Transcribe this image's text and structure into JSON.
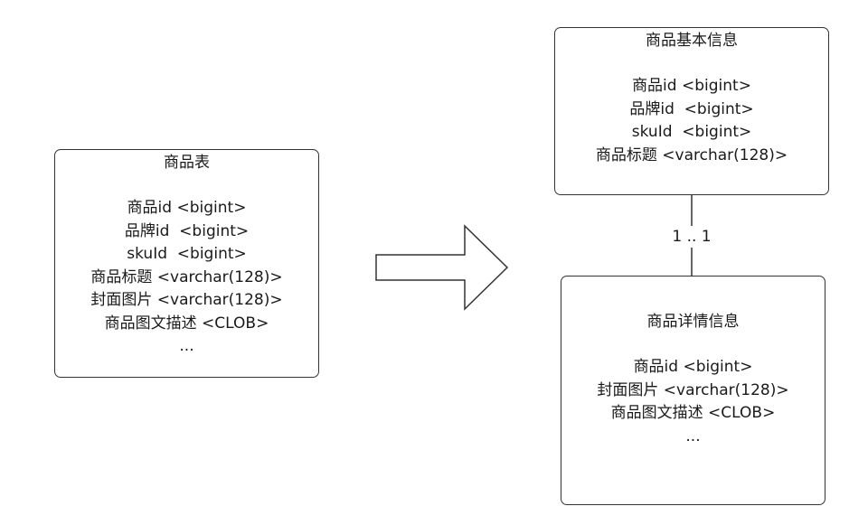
{
  "source_table": {
    "title": "商品表",
    "fields": [
      "商品id <bigint>",
      "品牌id  <bigint>",
      "skuId  <bigint>",
      "商品标题 <varchar(128)>",
      "封面图片 <varchar(128)>",
      "商品图文描述 <CLOB>",
      "..."
    ]
  },
  "basic_info_table": {
    "title": "商品基本信息",
    "fields": [
      "商品id <bigint>",
      "品牌id  <bigint>",
      "skuId  <bigint>",
      "商品标题 <varchar(128)>"
    ]
  },
  "detail_info_table": {
    "title": "商品详情信息",
    "fields": [
      "商品id <bigint>",
      "封面图片 <varchar(128)>",
      "商品图文描述 <CLOB>",
      "..."
    ]
  },
  "relationship": {
    "label": "1 .. 1"
  },
  "colors": {
    "stroke": "#333333",
    "background": "#ffffff",
    "text": "#1a1a1a"
  }
}
